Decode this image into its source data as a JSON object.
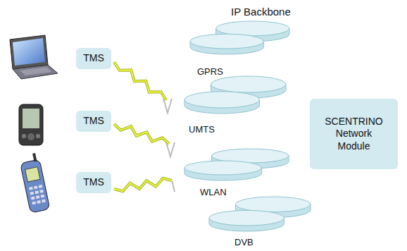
{
  "diagram": {
    "title": "IP Backbone",
    "nodes": [
      {
        "text": [
          "TMS"
        ]
      },
      {
        "text": [
          "TMS"
        ]
      },
      {
        "text": [
          "TMS"
        ]
      },
      {
        "text": [
          "GPRS"
        ]
      },
      {
        "text": [
          "UMTS"
        ]
      },
      {
        "text": [
          "WLAN"
        ]
      },
      {
        "text": [
          "DVB"
        ]
      },
      {
        "text": [
          "SCENTRINO Network Module"
        ]
      }
    ]
  }
}
